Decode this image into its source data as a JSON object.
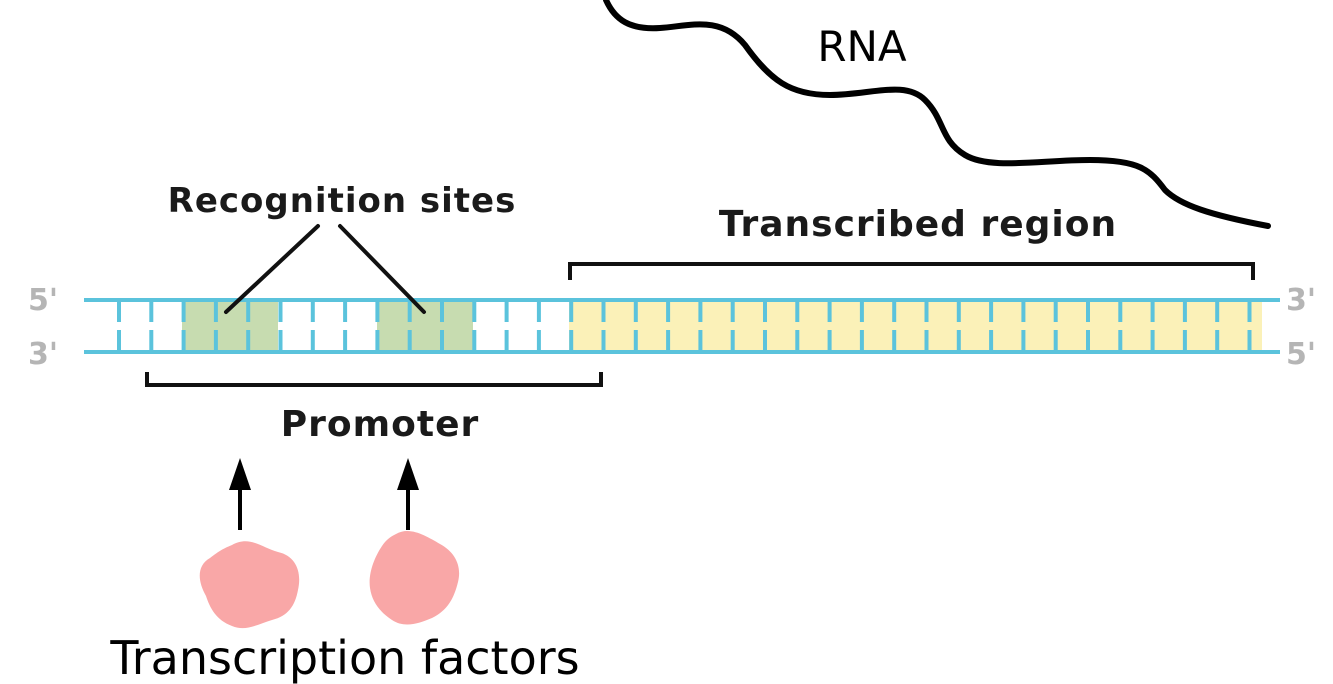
{
  "labels": {
    "rna": "RNA",
    "recognition_sites": "Recognition sites",
    "transcribed_region": "Transcribed region",
    "promoter": "Promoter",
    "transcription_factors": "Transcription factors"
  },
  "strand_ends": {
    "top_left": "5'",
    "bottom_left": "3'",
    "top_right": "3'",
    "bottom_right": "5'"
  },
  "colors": {
    "dna_strand": "#5bc3dc",
    "recognition_site": "#c7dcb0",
    "transcribed_region": "#fbf1b8",
    "transcription_factor": "#f9a7a7",
    "outline": "#000000",
    "strand_end_label": "#b5b5b5"
  }
}
